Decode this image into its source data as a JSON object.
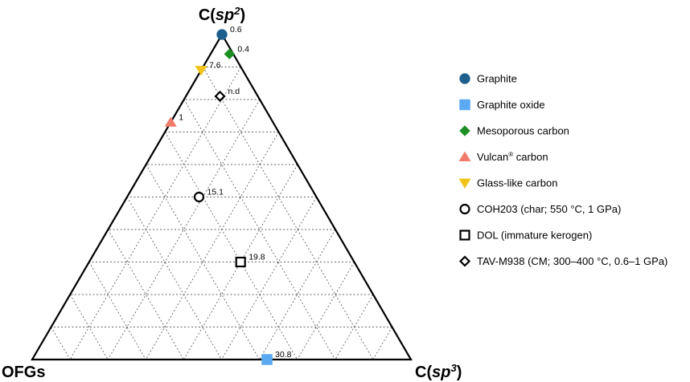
{
  "chart_data": {
    "type": "scatter",
    "subtype": "ternary",
    "vertices": {
      "top": {
        "base": "C(",
        "italic": "sp",
        "sup": "2",
        "close": ")"
      },
      "left": {
        "text": "OFGs"
      },
      "right": {
        "base": "C(",
        "italic": "sp",
        "sup": "3",
        "close": ")"
      }
    },
    "grid": {
      "on": true,
      "divisions": 10,
      "style": "dotted"
    },
    "legend_position": "right",
    "series": [
      {
        "name": "Graphite",
        "marker": "circle",
        "color": "#1f5f8e",
        "filled": true,
        "points": [
          {
            "sp2": 1.0,
            "sp3": 0.0,
            "ofg": 0.0,
            "label": "0.6"
          }
        ]
      },
      {
        "name": "Graphite oxide",
        "marker": "square",
        "color": "#5aa9f2",
        "filled": true,
        "points": [
          {
            "sp2": 0.0,
            "sp3": 0.62,
            "ofg": 0.38,
            "label": "30.8"
          }
        ]
      },
      {
        "name": "Mesoporous carbon",
        "marker": "diamond",
        "color": "#1e8f25",
        "filled": true,
        "points": [
          {
            "sp2": 0.94,
            "sp3": 0.05,
            "ofg": 0.01,
            "label": "0.4"
          }
        ]
      },
      {
        "name": "Vulcan carbon",
        "name_sup": "®",
        "name_base": "Vulcan",
        "name_rest": " carbon",
        "marker": "triangle-up",
        "color": "#f07c6c",
        "filled": true,
        "points": [
          {
            "sp2": 0.73,
            "sp3": 0.0,
            "ofg": 0.27,
            "label": "1"
          }
        ]
      },
      {
        "name": "Glass-like carbon",
        "marker": "triangle-down",
        "color": "#f0c419",
        "filled": true,
        "points": [
          {
            "sp2": 0.89,
            "sp3": 0.0,
            "ofg": 0.11,
            "label": "7.6"
          }
        ]
      },
      {
        "name": "COH203 (char; 550 °C, 1 GPa)",
        "marker": "circle",
        "color": "#000000",
        "filled": false,
        "points": [
          {
            "sp2": 0.5,
            "sp3": 0.19,
            "ofg": 0.31,
            "label": "15.1"
          }
        ]
      },
      {
        "name": "DOL (immature kerogen)",
        "marker": "square",
        "color": "#000000",
        "filled": false,
        "points": [
          {
            "sp2": 0.3,
            "sp3": 0.4,
            "ofg": 0.3,
            "label": "19.8"
          }
        ]
      },
      {
        "name": "TAV-M938 (CM; 300–400 °C, 0.6–1 GPa)",
        "marker": "diamond",
        "color": "#000000",
        "filled": false,
        "points": [
          {
            "sp2": 0.81,
            "sp3": 0.09,
            "ofg": 0.1,
            "label": "n.d"
          }
        ]
      }
    ]
  }
}
